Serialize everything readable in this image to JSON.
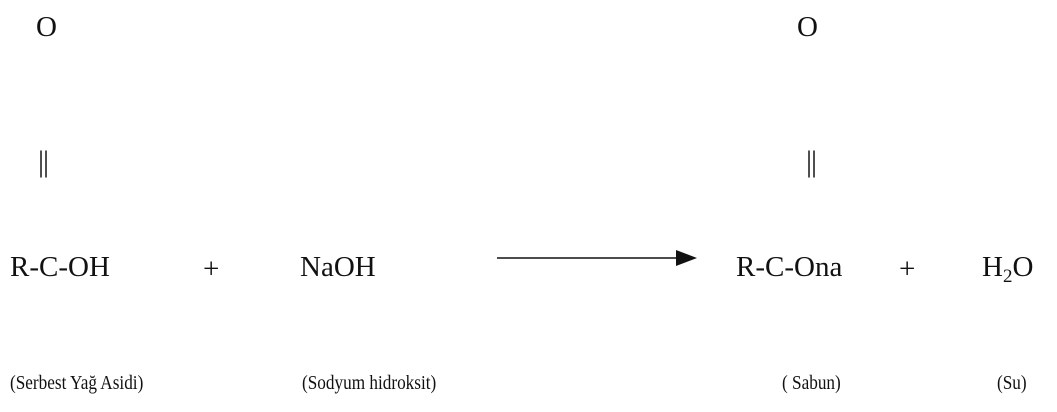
{
  "reactant_acid": {
    "carbonyl_o": "O",
    "double_bond": "||",
    "formula": "R-C-OH",
    "caption": "(Serbest Yağ Asidi)"
  },
  "plus_1": "+",
  "reactant_base": {
    "formula": "NaOH",
    "caption": "(Sodyum hidroksit)"
  },
  "product_soap": {
    "carbonyl_o": "O",
    "double_bond": "||",
    "formula": "R-C-Ona",
    "caption": "( Sabun)"
  },
  "plus_2": "+",
  "product_water": {
    "formula_main": "H",
    "formula_sub": "2",
    "formula_end": "O",
    "caption": "(Su)"
  }
}
